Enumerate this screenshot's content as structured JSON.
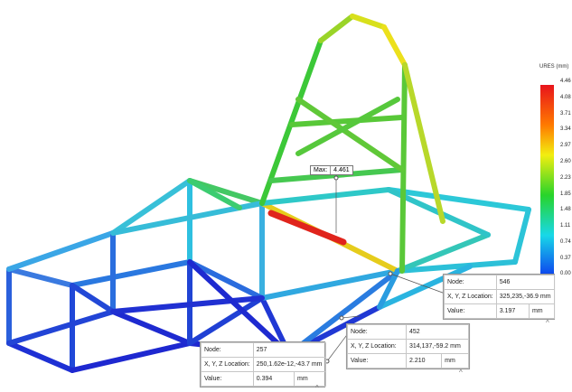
{
  "legend": {
    "title": "URES (mm)",
    "ticks": [
      "4.46",
      "4.08",
      "3.71",
      "3.34",
      "2.97",
      "2.60",
      "2.23",
      "1.85",
      "1.48",
      "1.11",
      "0.74",
      "0.37",
      "0.00"
    ],
    "gradient_colors": [
      "#ff0000",
      "#ff8000",
      "#ffff00",
      "#00ff00",
      "#00ffff",
      "#0000ff"
    ]
  },
  "max_label": {
    "key": "Max:",
    "value": "4.461"
  },
  "probes": [
    {
      "node_label": "Node:",
      "node": "546",
      "loc_label": "X, Y, Z Location:",
      "loc": "325,235,-36.9 mm",
      "value_label": "Value:",
      "value": "3.197",
      "unit": "mm"
    },
    {
      "node_label": "Node:",
      "node": "452",
      "loc_label": "X, Y, Z Location:",
      "loc": "314,137,-59.2 mm",
      "value_label": "Value:",
      "value": "2.210",
      "unit": "mm"
    },
    {
      "node_label": "Node:",
      "node": "257",
      "loc_label": "X, Y, Z Location:",
      "loc": "250,1.62e-12,-43.7 mm",
      "value_label": "Value:",
      "value": "0.394",
      "unit": "mm"
    }
  ],
  "frame_colors": {
    "low": "#1f2fd6",
    "mid_low": "#2a8ce8",
    "mid": "#2ed4e0",
    "mid_high": "#2ec84a",
    "high": "#e8e21c",
    "max": "#e0241c"
  }
}
